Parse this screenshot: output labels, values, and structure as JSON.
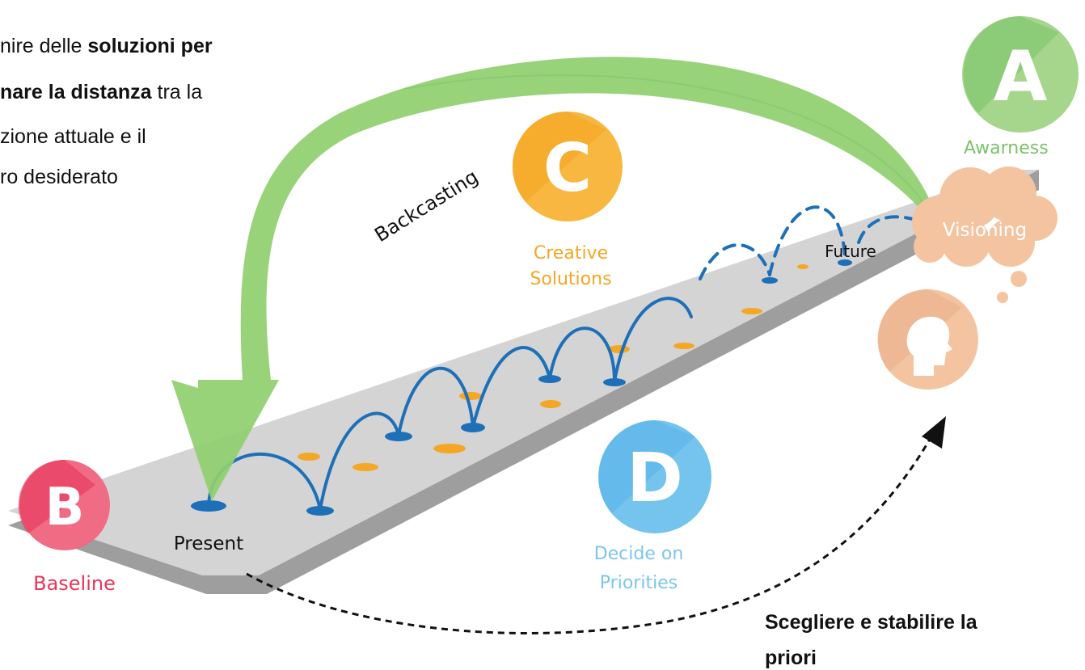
{
  "intro_lines": [
    {
      "pre": "nire delle ",
      "bold": "soluzioni per",
      "post": ""
    },
    {
      "pre": "",
      "bold": "nare la distanza",
      "post": " tra la"
    },
    {
      "pre": "zione attuale e il",
      "bold": "",
      "post": ""
    },
    {
      "pre": "ro desiderato",
      "bold": "",
      "post": ""
    }
  ],
  "bottom_text": "Scegliere e stabilire la",
  "bottom_text_2": "priori",
  "stages": {
    "a": {
      "letter": "A",
      "label": "Awarness",
      "color": "#7cc36b"
    },
    "b": {
      "letter": "B",
      "label": "Baseline",
      "color": "#e8355a"
    },
    "c": {
      "letter": "C",
      "label_1": "Creative",
      "label_2": "Solutions",
      "color": "#f5a623"
    },
    "d": {
      "letter": "D",
      "label_1": "Decide on",
      "label_2": "Priorities",
      "color": "#5ab4e8"
    }
  },
  "path": {
    "start": "Present",
    "end": "Future",
    "cloud": "Visioning",
    "arrow": "Backcasting"
  }
}
